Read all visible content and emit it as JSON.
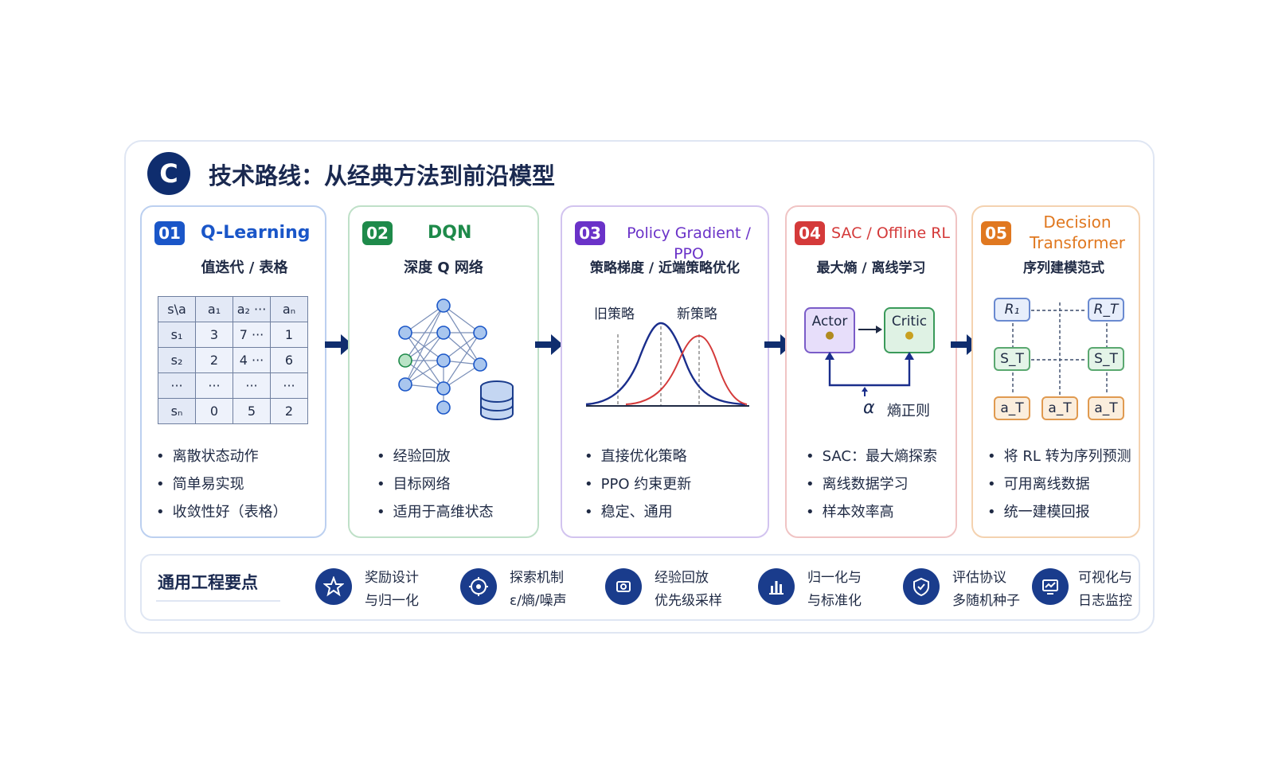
{
  "header": {
    "badge": "C",
    "title": "技术路线：从经典方法到前沿模型"
  },
  "colors": {
    "blue": "#1a56c8",
    "green": "#1e8a4a",
    "purple": "#6a32c8",
    "red": "#d43a3a",
    "orange": "#e07820",
    "navy": "#0f2d6e"
  },
  "cards": [
    {
      "num": "01",
      "title": "Q-Learning",
      "subtitle": "值迭代 / 表格",
      "bullets": [
        "离散状态动作",
        "简单易实现",
        "收敛性好（表格）"
      ]
    },
    {
      "num": "02",
      "title": "DQN",
      "subtitle": "深度 Q 网络",
      "bullets": [
        "经验回放",
        "目标网络",
        "适用于高维状态"
      ]
    },
    {
      "num": "03",
      "title": "Policy Gradient / PPO",
      "subtitle": "策略梯度 / 近端策略优化",
      "bullets": [
        "直接优化策略",
        "PPO 约束更新",
        "稳定、通用"
      ]
    },
    {
      "num": "04",
      "title": "SAC / Offline RL",
      "subtitle": "最大熵 / 离线学习",
      "bullets": [
        "SAC：最大熵探索",
        "离线数据学习",
        "样本效率高"
      ]
    },
    {
      "num": "05",
      "title": "Decision Transformer",
      "subtitle": "序列建模范式",
      "bullets": [
        "将 RL 转为序列预测",
        "可用离线数据",
        "统一建模回报"
      ]
    }
  ],
  "qtable": {
    "header": [
      "s\\a",
      "a₁",
      "a₂ ···",
      "aₙ"
    ],
    "rows": [
      [
        "s₁",
        "3",
        "7 ···",
        "1"
      ],
      [
        "s₂",
        "2",
        "4 ···",
        "6"
      ],
      [
        "···",
        "···",
        "···",
        "···"
      ],
      [
        "sₙ",
        "0",
        "5",
        "2"
      ]
    ]
  },
  "ppo": {
    "old_label": "旧策略",
    "new_label": "新策略"
  },
  "sac": {
    "actor": "Actor",
    "critic": "Critic",
    "alpha": "α",
    "entropy_label": "熵正则"
  },
  "dt": {
    "r1": "R₁",
    "rt": "R_T",
    "s": "S_T",
    "a": "a_T"
  },
  "bottom": {
    "title": "通用工程要点",
    "items": [
      {
        "line1": "奖励设计",
        "line2": "与归一化",
        "icon": "star-icon"
      },
      {
        "line1": "探索机制",
        "line2": "ε/熵/噪声",
        "icon": "explore-icon"
      },
      {
        "line1": "经验回放",
        "line2": "优先级采样",
        "icon": "replay-icon"
      },
      {
        "line1": "归一化与",
        "line2": "与标准化",
        "icon": "bar-chart-icon"
      },
      {
        "line1": "评估协议",
        "line2": "多随机种子",
        "icon": "shield-icon"
      },
      {
        "line1": "可视化与",
        "line2": "日志监控",
        "icon": "monitor-icon"
      }
    ]
  }
}
